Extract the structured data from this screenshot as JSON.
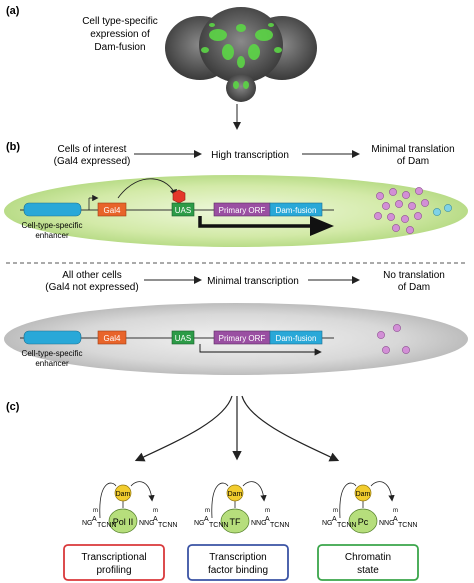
{
  "panel_a": {
    "label": "(a)",
    "caption_line1": "Cell type-specific",
    "caption_line2": "expression of",
    "caption_line3": "Dam-fusion"
  },
  "panel_b": {
    "label": "(b)",
    "top": {
      "left_line1": "Cells of interest",
      "left_line2": "(Gal4 expressed)",
      "middle": "High transcription",
      "right_line1": "Minimal translation",
      "right_line2": "of Dam"
    },
    "bottom": {
      "left_line1": "All other cells",
      "left_line2": "(Gal4 not expressed)",
      "middle": "Minimal transcription",
      "right_line1": "No translation",
      "right_line2": "of Dam"
    },
    "gene": {
      "gal4": "Gal4",
      "uas": "UAS",
      "orf": "Primary ORF",
      "dam": "Dam-fusion",
      "enhancer_line1": "Cell-type-specific",
      "enhancer_line2": "enhancer"
    }
  },
  "panel_c": {
    "label": "(c)",
    "dam": "Dam",
    "m": "m",
    "seq_left_a": "NG",
    "seq_left_b": "A",
    "seq_left_c": "TCNN",
    "seq_right_a": "NNG",
    "seq_right_b": "A",
    "seq_right_c": "TCNN",
    "proteins": [
      "Pol II",
      "TF",
      "Pc"
    ],
    "outputs": [
      {
        "line1": "Transcriptional",
        "line2": "profiling",
        "color": "#d9383a"
      },
      {
        "line1": "Transcription",
        "line2": "factor binding",
        "color": "#3a53a4"
      },
      {
        "line1": "Chromatin",
        "line2": "state",
        "color": "#3aa54a"
      }
    ]
  },
  "colors": {
    "green_cell": "#c4e29a",
    "grey_cell": "#cfcfcf",
    "enhancer": "#29a8d8",
    "gal4": "#e8642a",
    "uas": "#2c9b47",
    "orf": "#9a4fa2",
    "dam_fusion": "#29a8d8",
    "dam_circle": "#f2cc2e",
    "protein": "#b6de7c",
    "dot_purple": "#d28fd6",
    "dot_cyan": "#7fd2e6"
  }
}
